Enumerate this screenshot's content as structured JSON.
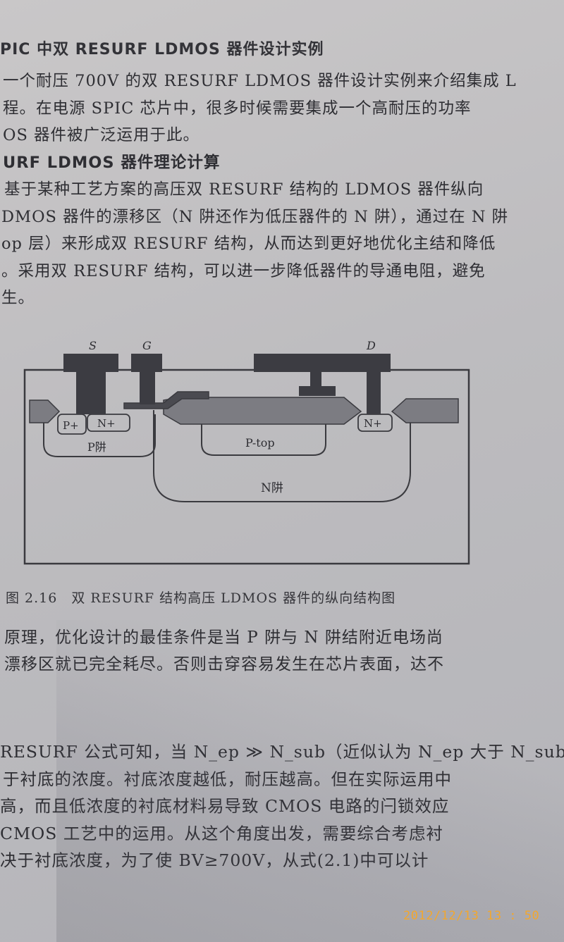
{
  "section_title": "PIC 中双 RESURF LDMOS 器件设计实例",
  "intro_lines": [
    "一个耐压 700V 的双 RESURF LDMOS 器件设计实例来介绍集成 L",
    "程。在电源 SPIC 芯片中，很多时候需要集成一个高耐压的功率",
    "OS 器件被广泛运用于此。"
  ],
  "subsection_title": "URF LDMOS 器件理论计算",
  "body_lines": [
    "基于某种工艺方案的高压双 RESURF 结构的 LDMOS 器件纵向",
    "DMOS 器件的漂移区（N 阱还作为低压器件的 N 阱），通过在 N 阱",
    "op 层）来形成双 RESURF 结构，从而达到更好地优化主结和降低",
    "。采用双 RESURF 结构，可以进一步降低器件的导通电阻，避免",
    "生。"
  ],
  "figure": {
    "caption": "图 2.16　双 RESURF 结构高压 LDMOS 器件的纵向结构图",
    "labels": {
      "source": "S",
      "gate": "G",
      "drain": "D",
      "p_plus": "P+",
      "n_plus_source": "N+",
      "p_well": "P阱",
      "p_top": "P-top",
      "n_well": "N阱",
      "n_plus_drain": "N+"
    },
    "colors": {
      "metal": "#3c3c42",
      "oxide": "#7c7c82",
      "outline": "#3a3a3f"
    }
  },
  "after_figure_lines": [
    "原理，优化设计的最佳条件是当 P 阱与 N 阱结附近电场尚",
    "漂移区就已完全耗尽。否则击穿容易发生在芯片表面，达不"
  ],
  "formula_lines": [
    "RESURF 公式可知，当 N_ep ≫ N_sub（近似认为 N_ep 大于 N_sub",
    "于衬底的浓度。衬底浓度越低，耐压越高。但在实际运用中",
    "高，而且低浓度的衬底材料易导致 CMOS 电路的闩锁效应",
    "CMOS 工艺中的运用。从这个角度出发，需要综合考虑衬",
    "决于衬底浓度，为了使 BV≥700V，从式(2.1)中可以计"
  ],
  "timestamp": "2012/12/13  13 : 50"
}
